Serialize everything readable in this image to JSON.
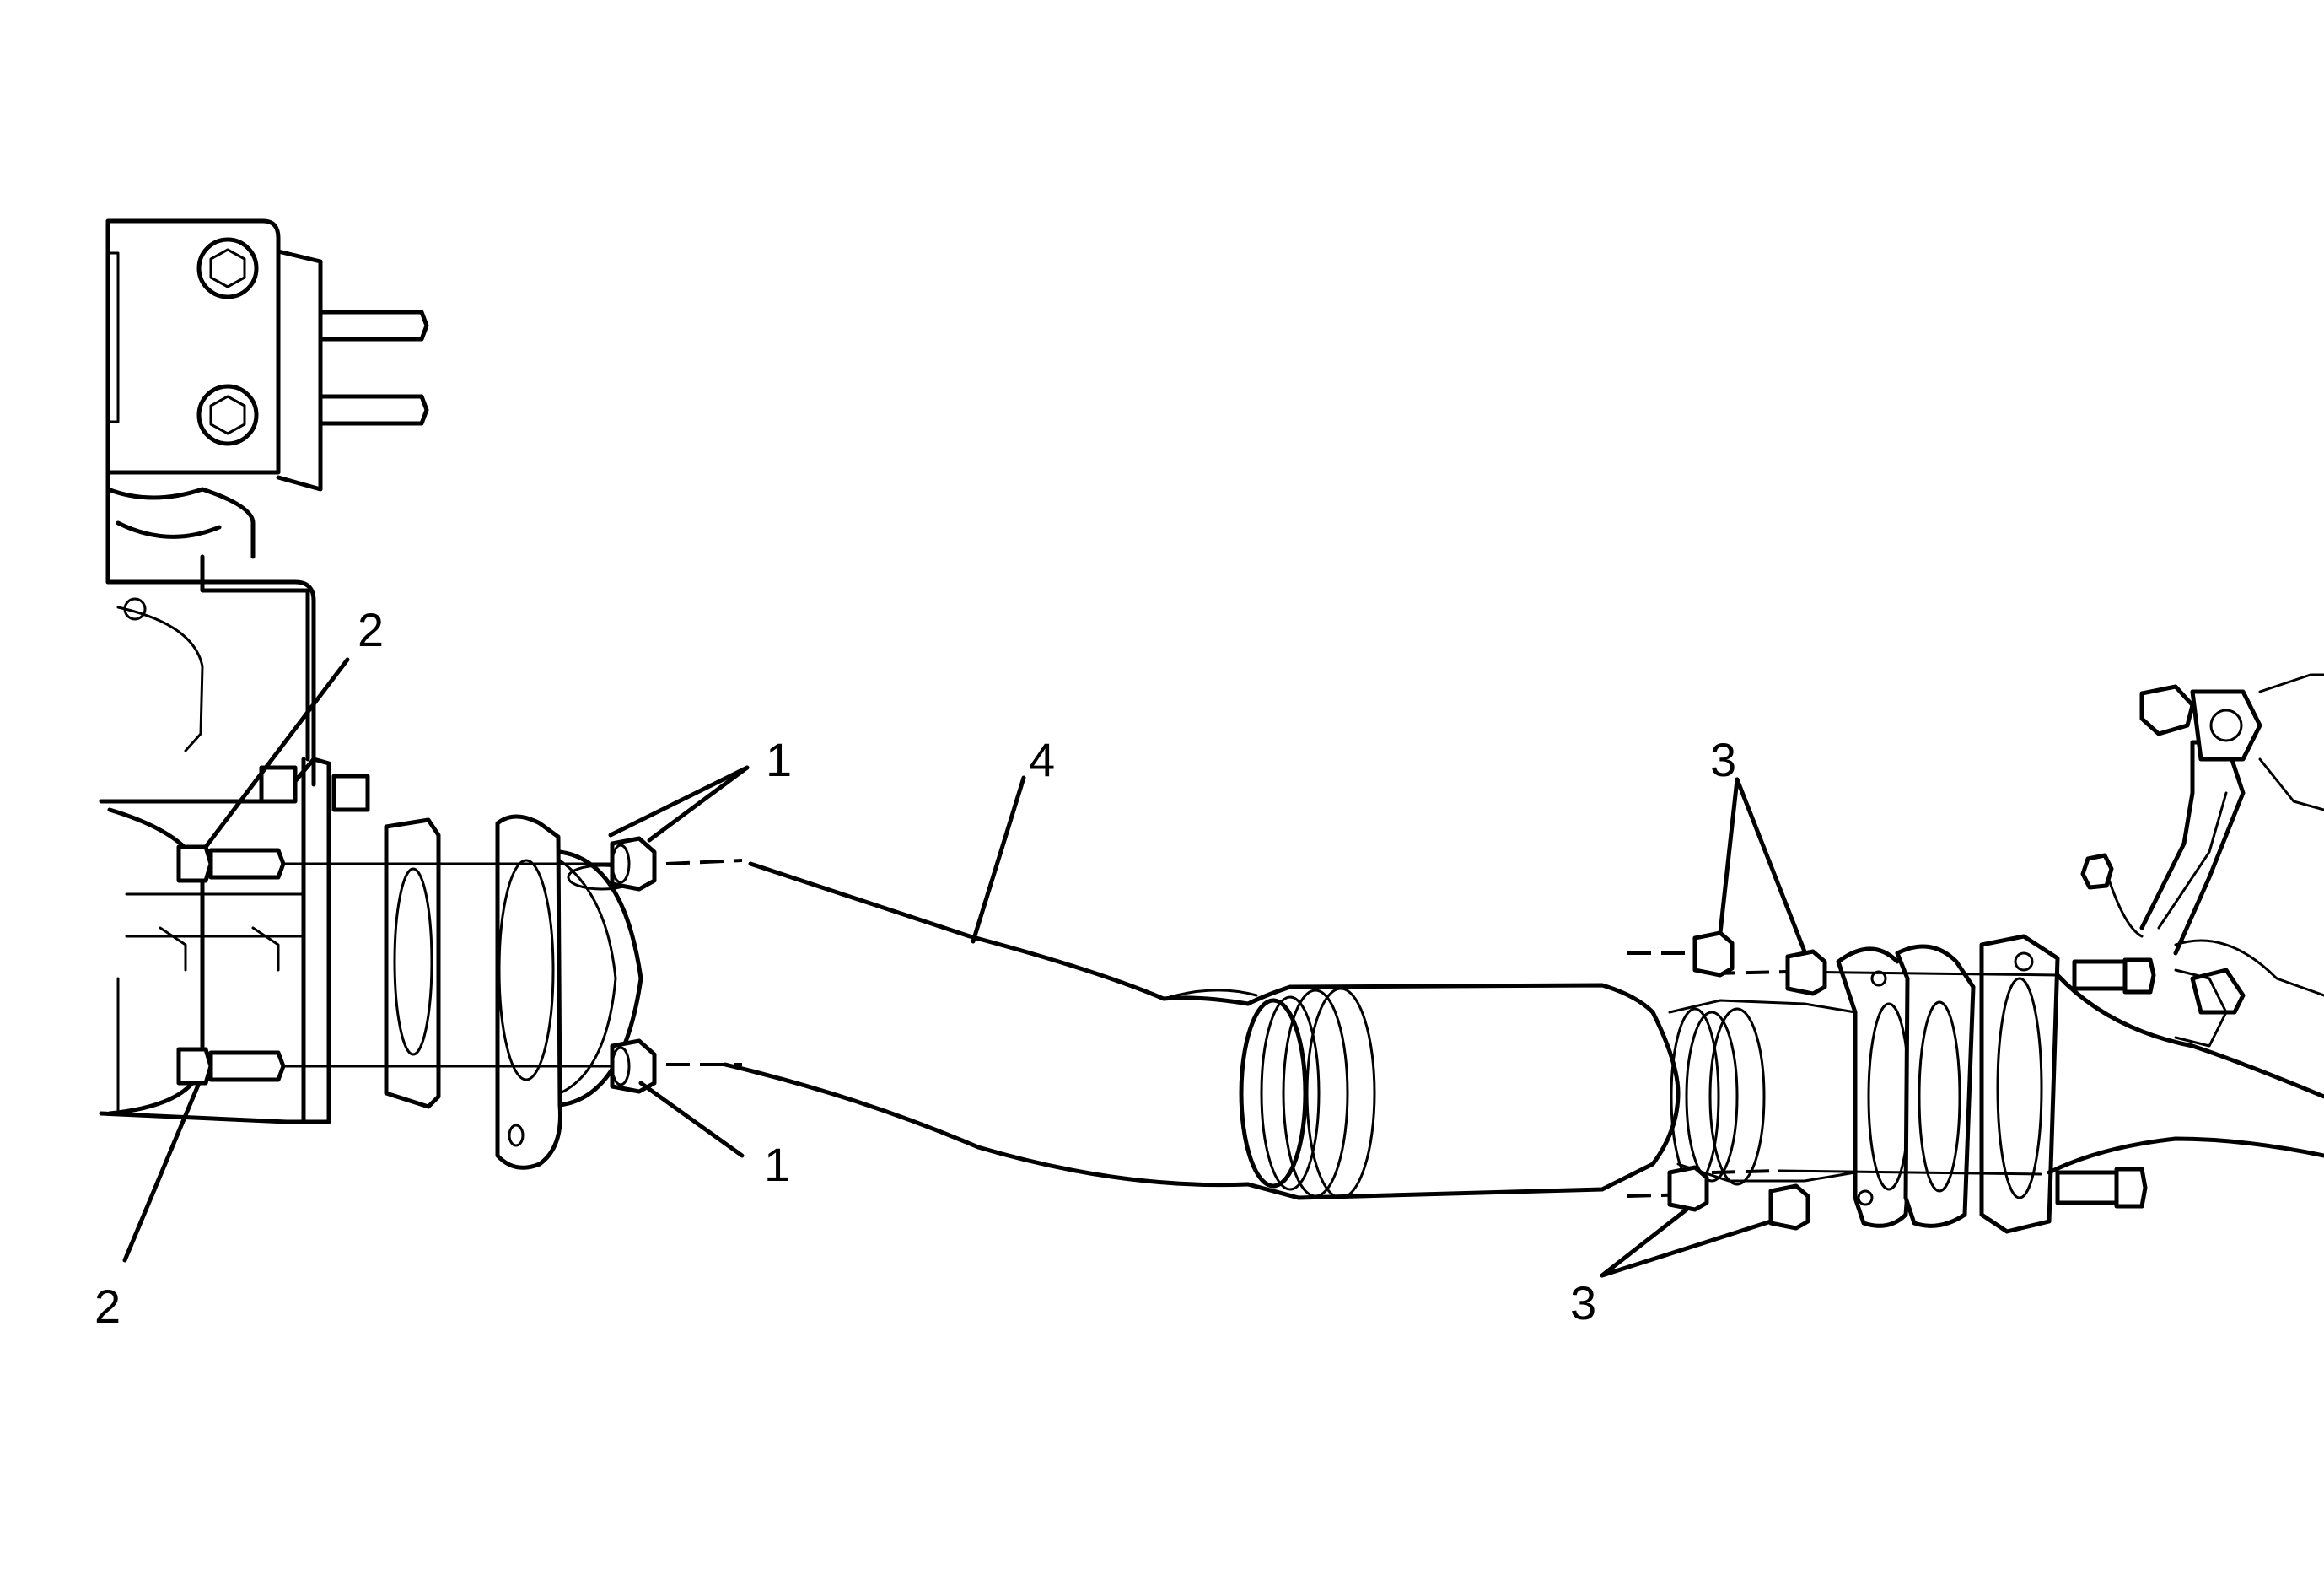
{
  "callouts": {
    "nut_upper": "1",
    "nut_lower": "1",
    "bolt_upper": "2",
    "bolt_lower": "2",
    "rear_upper": "3",
    "rear_lower": "3",
    "pipe": "4"
  },
  "colors": {
    "line": "#000000",
    "background": "#ffffff"
  }
}
